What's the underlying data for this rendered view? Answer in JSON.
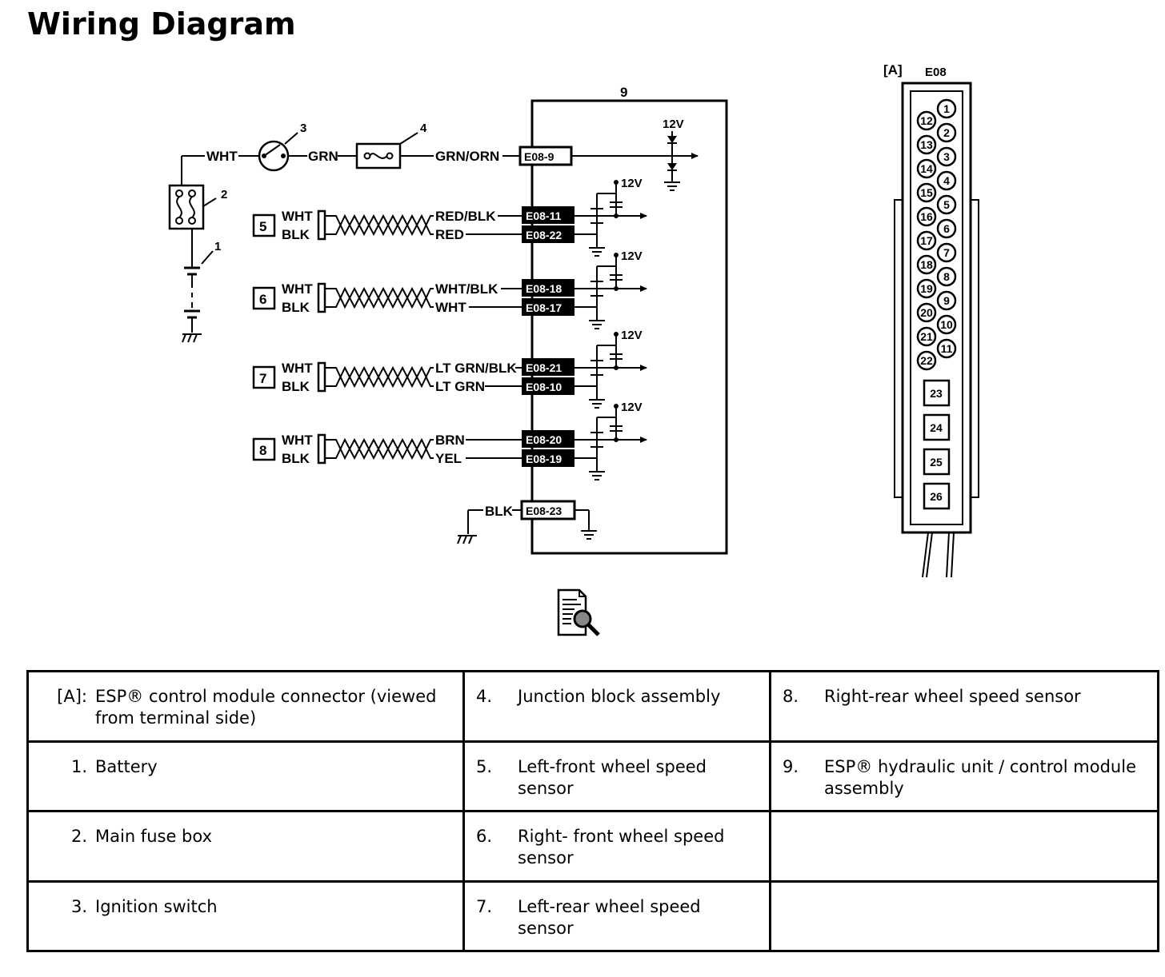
{
  "title": "Wiring Diagram",
  "diagram": {
    "module_number": "9",
    "connector_panel_label": "[A]",
    "connector_name": "E08",
    "ignition_number": "3",
    "junction_number": "4",
    "fuse_box_number": "2",
    "battery_number": "1",
    "voltage": "12V",
    "top_wires": {
      "wht": "WHT",
      "grn": "GRN",
      "grn_orn": "GRN/ORN",
      "terminal": "E08-9"
    },
    "sensors": [
      {
        "number": "5",
        "wht": "WHT",
        "blk": "BLK",
        "wire_a": "RED/BLK",
        "wire_b": "RED",
        "term_a": "E08-11",
        "term_b": "E08-22"
      },
      {
        "number": "6",
        "wht": "WHT",
        "blk": "BLK",
        "wire_a": "WHT/BLK",
        "wire_b": "WHT",
        "term_a": "E08-18",
        "term_b": "E08-17"
      },
      {
        "number": "7",
        "wht": "WHT",
        "blk": "BLK",
        "wire_a": "LT GRN/BLK",
        "wire_b": "LT GRN",
        "term_a": "E08-21",
        "term_b": "E08-10"
      },
      {
        "number": "8",
        "wht": "WHT",
        "blk": "BLK",
        "wire_a": "BRN",
        "wire_b": "YEL",
        "term_a": "E08-20",
        "term_b": "E08-19"
      }
    ],
    "ground_wire": "BLK",
    "ground_terminal": "E08-23",
    "connector_pins_right": [
      "1",
      "2",
      "3",
      "4",
      "5",
      "6",
      "7",
      "8",
      "9",
      "10",
      "11"
    ],
    "connector_pins_left": [
      "12",
      "13",
      "14",
      "15",
      "16",
      "17",
      "18",
      "19",
      "20",
      "21",
      "22"
    ],
    "connector_pins_large": [
      "23",
      "24",
      "25",
      "26"
    ]
  },
  "legend": {
    "rows": [
      [
        {
          "num": "[A]:",
          "text": "ESP® control module connector (viewed from terminal side)"
        },
        {
          "num": "4.",
          "text": "Junction block assembly"
        },
        {
          "num": "8.",
          "text": "Right-rear wheel speed sensor"
        }
      ],
      [
        {
          "num": "1.",
          "text": "Battery"
        },
        {
          "num": "5.",
          "text": "Left-front wheel speed sensor"
        },
        {
          "num": "9.",
          "text": "ESP® hydraulic unit / control module assembly"
        }
      ],
      [
        {
          "num": "2.",
          "text": "Main fuse box"
        },
        {
          "num": "6.",
          "text": "Right- front wheel speed sensor"
        },
        {
          "num": "",
          "text": ""
        }
      ],
      [
        {
          "num": "3.",
          "text": "Ignition switch"
        },
        {
          "num": "7.",
          "text": "Left-rear wheel speed sensor"
        },
        {
          "num": "",
          "text": ""
        }
      ]
    ]
  }
}
